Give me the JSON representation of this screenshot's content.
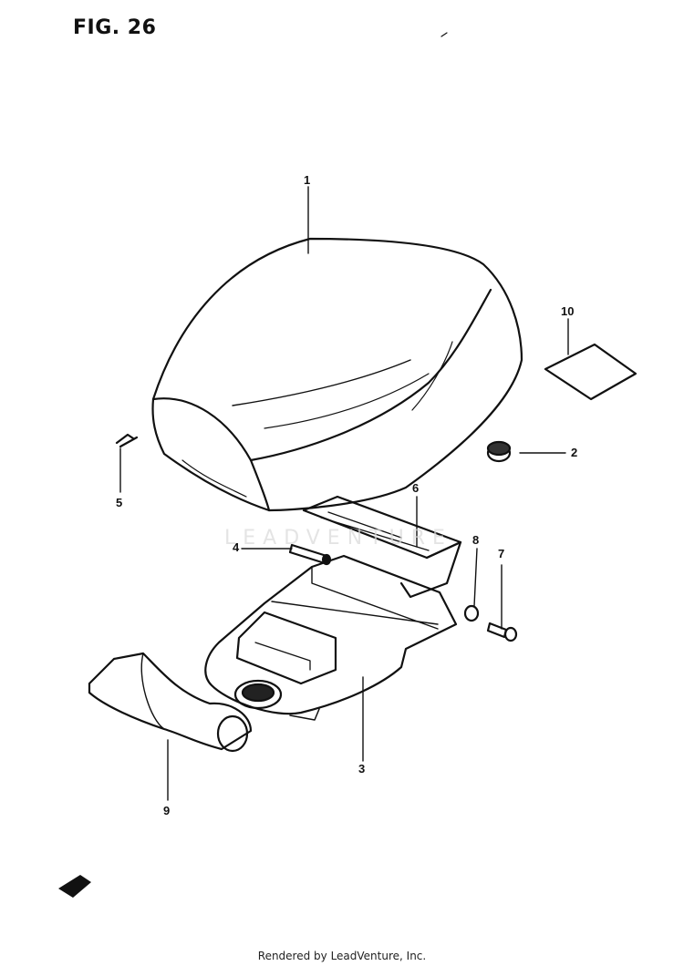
{
  "figure": {
    "title": "FIG. 26"
  },
  "callouts": [
    "1",
    "2",
    "3",
    "4",
    "5",
    "6",
    "7",
    "8",
    "9",
    "10"
  ],
  "watermark": "LEADVENTURE",
  "footer": "Rendered by LeadVenture, Inc."
}
